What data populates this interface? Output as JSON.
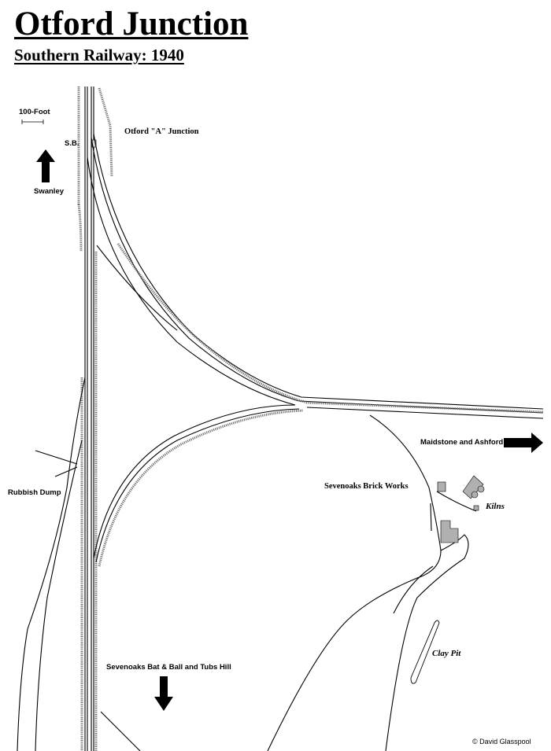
{
  "title": "Otford Junction",
  "subtitle": "Southern Railway: 1940",
  "scale_label": "100-Foot",
  "labels": {
    "signal_box": "S.B.",
    "otford_a_junction": "Otford \"A\" Junction",
    "swanley": "Swanley",
    "maidstone_ashford": "Maidstone and Ashford",
    "rubbish_dump": "Rubbish Dump",
    "brick_works": "Sevenoaks Brick Works",
    "kilns": "Kilns",
    "clay_pit": "Clay Pit",
    "sevenoaks": "Sevenoaks Bat & Ball and Tubs Hill"
  },
  "credit": "© David Glasspool",
  "colors": {
    "track": "#000000",
    "platform": "#777777",
    "building": "#b0b0b0",
    "background": "#ffffff"
  },
  "arrows": {
    "swanley": "arrow-up",
    "maidstone": "arrow-right",
    "sevenoaks": "arrow-down"
  }
}
